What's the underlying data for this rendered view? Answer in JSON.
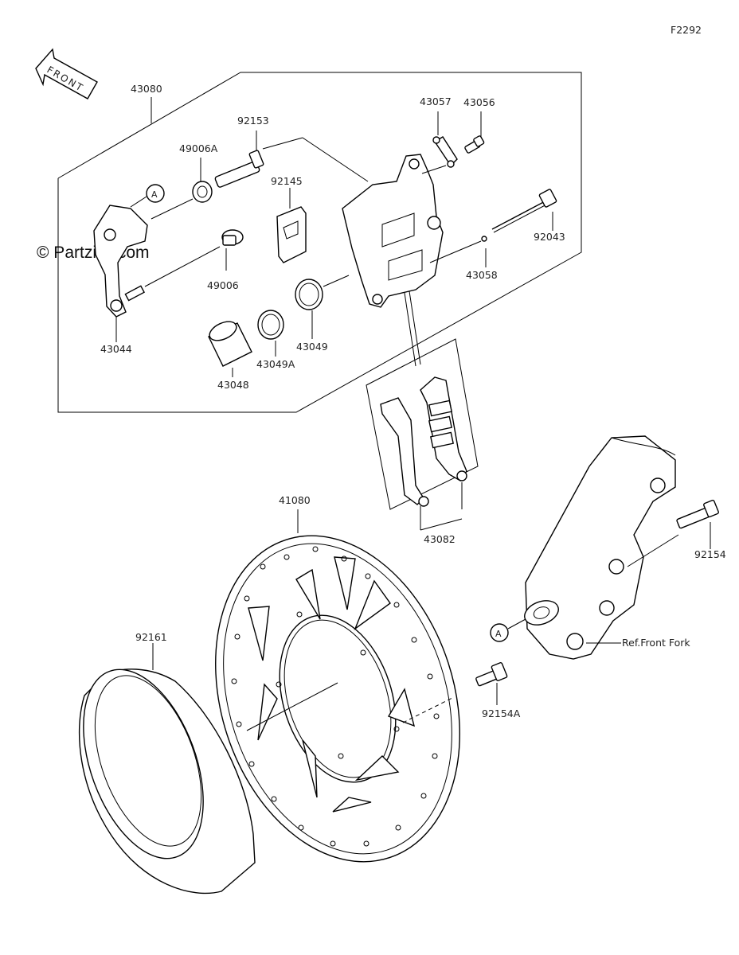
{
  "figure_code": "F2292",
  "watermark": "© Partzilla.com",
  "direction_label": "FRONT",
  "ref_marker": "A",
  "parts": {
    "p43080": "43080",
    "p92153": "92153",
    "p49006a": "49006A",
    "p92145": "92145",
    "p43057": "43057",
    "p43056": "43056",
    "p92043": "92043",
    "p43058": "43058",
    "p49006": "49006",
    "p43044": "43044",
    "p43049": "43049",
    "p43049a": "43049A",
    "p43048": "43048",
    "p43082": "43082",
    "p41080": "41080",
    "p92154": "92154",
    "p92161": "92161",
    "p92154a": "92154A"
  },
  "ref_front_fork": "Ref.Front Fork"
}
